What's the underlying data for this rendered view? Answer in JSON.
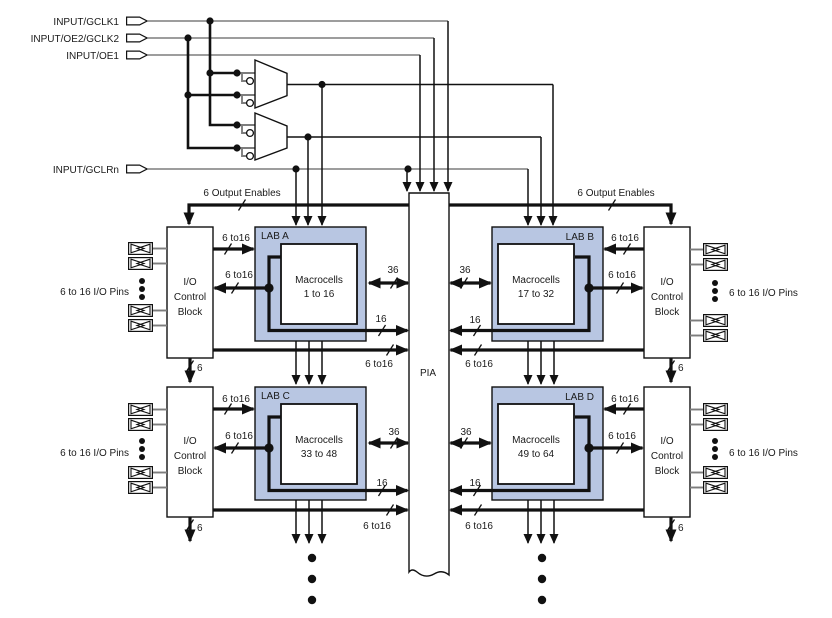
{
  "colors": {
    "lab_fill": "#b8c6e2",
    "line_gray": "#7d7d7d",
    "ink": "#1a1a1a"
  },
  "inputs": {
    "gclk1": "INPUT/GCLK1",
    "oe2gclk2": "INPUT/OE2/GCLK2",
    "oe1": "INPUT/OE1",
    "gclrn": "INPUT/GCLRn"
  },
  "oe_label": "6 Output Enables",
  "io_pins_label": "6 to 16 I/O Pins",
  "io_control": {
    "l1": "I/O",
    "l2": "Control",
    "l3": "Block"
  },
  "pia_label": "PIA",
  "labs": {
    "a": {
      "name": "LAB A",
      "mc1": "Macrocells",
      "mc2": "1 to 16"
    },
    "b": {
      "name": "LAB B",
      "mc1": "Macrocells",
      "mc2": "17 to 32"
    },
    "c": {
      "name": "LAB C",
      "mc1": "Macrocells",
      "mc2": "33 to 48"
    },
    "d": {
      "name": "LAB D",
      "mc1": "Macrocells",
      "mc2": "49 to 64"
    }
  },
  "bus": {
    "w36": "36",
    "w16": "16",
    "w6to16": "6 to16",
    "w6": "6"
  }
}
